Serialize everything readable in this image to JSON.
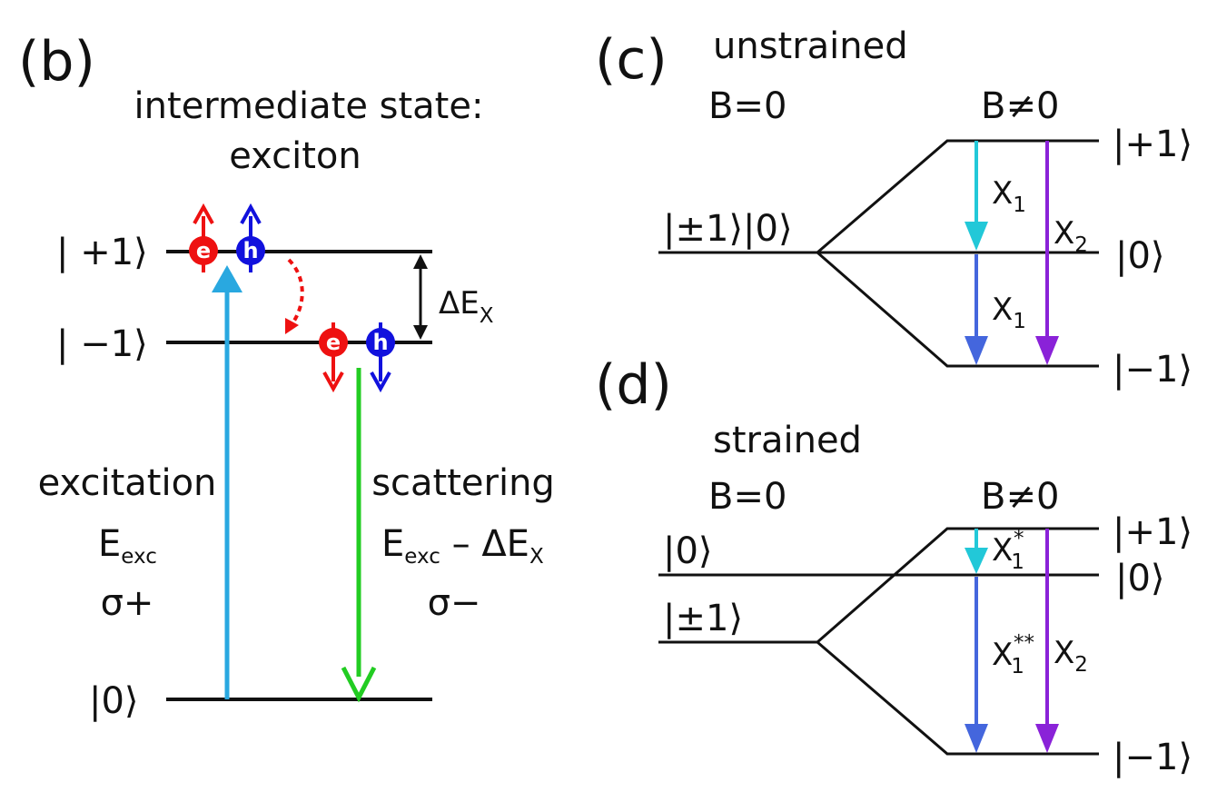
{
  "panel_b": {
    "label": "(b)",
    "title_line1": "intermediate state:",
    "title_line2": "exciton",
    "state_plus1": "| +1⟩",
    "state_minus1": "| −1⟩",
    "state_0": "|0⟩",
    "delta_label": "ΔE",
    "delta_sub": "X",
    "electron": "e",
    "hole": "h",
    "excitation_label": "excitation",
    "excitation_energy": "E",
    "excitation_energy_sub": "exc",
    "excitation_pol": "σ+",
    "scattering_label": "scattering",
    "scattering_energy": "E",
    "scattering_energy_sub": "exc",
    "scattering_minus": " – ΔE",
    "scattering_minus_sub": "X",
    "scattering_pol": "σ−"
  },
  "panel_c": {
    "label": "(c)",
    "condition": "unstrained",
    "b_zero": "B=0",
    "b_nonzero": "B≠0",
    "state_pm1_0": "|±1⟩|0⟩",
    "state_plus1": "|+1⟩",
    "state_0": "|0⟩",
    "state_minus1": "|−1⟩",
    "x1_upper": "X",
    "x1_upper_sub": "1",
    "x1_lower": "X",
    "x1_lower_sub": "1",
    "x2": "X",
    "x2_sub": "2"
  },
  "panel_d": {
    "label": "(d)",
    "condition": "strained",
    "b_zero": "B=0",
    "b_nonzero": "B≠0",
    "state_0_left": "|0⟩",
    "state_pm1_left": "|±1⟩",
    "state_plus1": "|+1⟩",
    "state_0": "|0⟩",
    "state_minus1": "|−1⟩",
    "x1_star": "X",
    "x1_star_sub": "1",
    "x1_star_sup": "*",
    "x1_dstar": "X",
    "x1_dstar_sub": "1",
    "x1_dstar_sup": "**",
    "x2": "X",
    "x2_sub": "2"
  },
  "colors": {
    "electron": "#ee1111",
    "hole": "#1111dd",
    "excitation_arrow": "#29a8e0",
    "scattering_arrow": "#22cc22",
    "x1_upper_arrow": "#22c8d8",
    "x1_lower_arrow": "#4466dd",
    "x2_arrow": "#8a22d8",
    "lines": "#111111"
  }
}
